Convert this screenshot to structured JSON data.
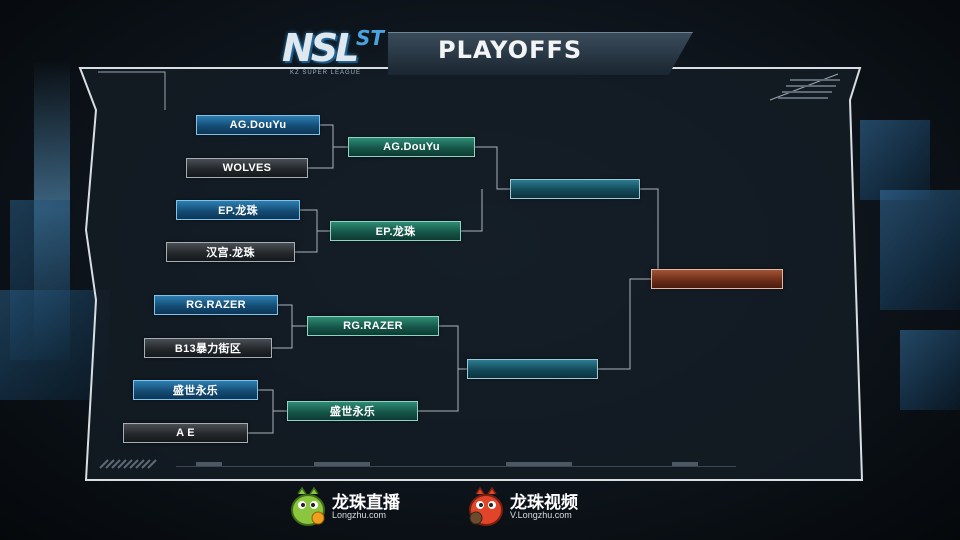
{
  "header": {
    "logo_text": "NSL",
    "logo_superscript": "ST",
    "logo_subtitle": "KZ SUPER LEAGUE",
    "title": "PLAYOFFS"
  },
  "bracket": {
    "round1": [
      "AG.DouYu",
      "WOLVES",
      "EP.龙珠",
      "汉宫.龙珠",
      "RG.RAZER",
      "B13暴力街区",
      "盛世永乐",
      "A E"
    ],
    "round2": [
      "AG.DouYu",
      "EP.龙珠",
      "RG.RAZER",
      "盛世永乐"
    ],
    "semifinals": [
      "",
      ""
    ],
    "final": [
      ""
    ]
  },
  "sponsors": [
    {
      "name": "龙珠直播",
      "url": "Longzhu.com",
      "icon": "green-dragon-icon"
    },
    {
      "name": "龙珠视频",
      "url": "V.Longzhu.com",
      "icon": "red-dragon-icon"
    }
  ],
  "colors": {
    "accent_blue": "#2d7fb2",
    "accent_green": "#2d8c74",
    "final": "#a25436"
  }
}
